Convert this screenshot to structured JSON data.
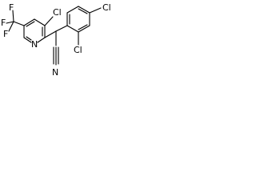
{
  "structure": {
    "colors": {
      "background": "#ffffff",
      "ink": "#000000"
    },
    "labels": {
      "f_top": "F",
      "f_left": "F",
      "f_bottom": "F",
      "cl_pyridine": "Cl",
      "cl_para": "Cl",
      "cl_ortho": "Cl",
      "n_ring": "N",
      "n_nitrile": "N"
    }
  }
}
